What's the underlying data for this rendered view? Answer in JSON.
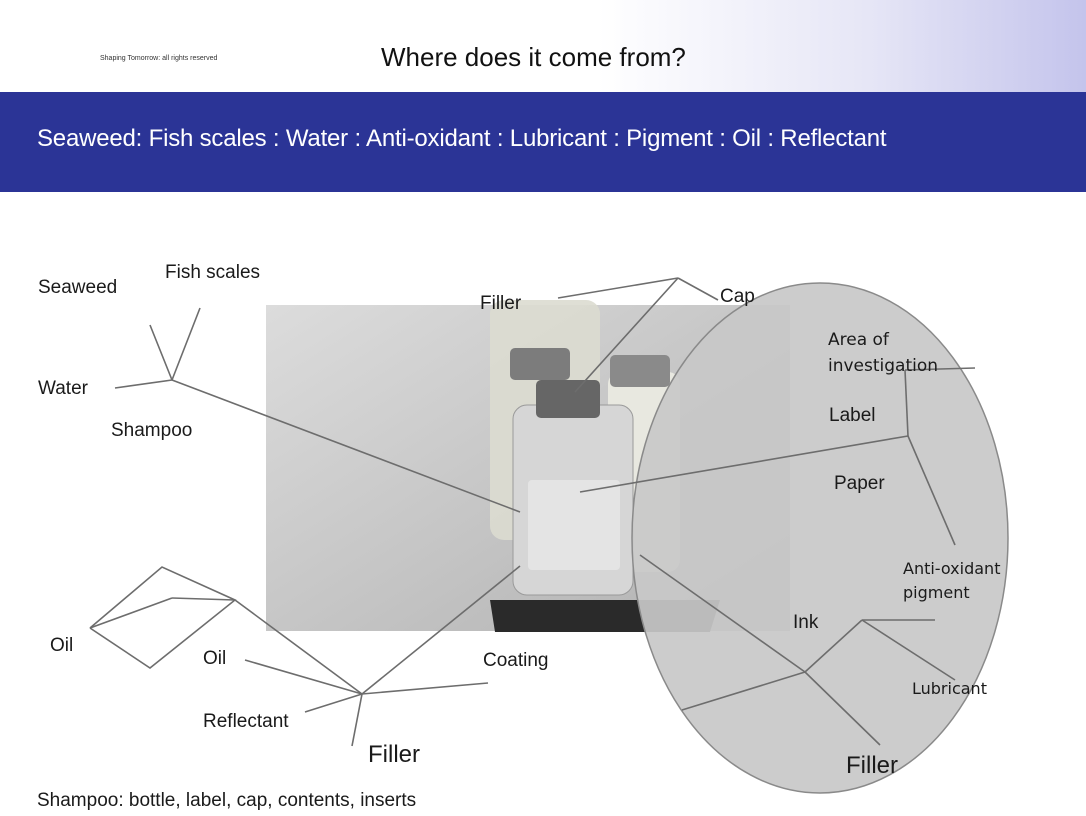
{
  "header": {
    "copyright": "Shaping Tomorrow: all rights reserved",
    "title": "Where does it come from?"
  },
  "band": {
    "text": "Seaweed: Fish scales : Water :  Anti-oxidant : Lubricant : Pigment : Oil : Reflectant"
  },
  "labels": {
    "seaweed": "Seaweed",
    "fish_scales": "Fish scales",
    "water": "Water",
    "shampoo": "Shampoo",
    "filler_top": "Filler",
    "cap": "Cap",
    "area_of_investigation_line1": "Area of",
    "area_of_investigation_line2": "investigation",
    "label": "Label",
    "paper": "Paper",
    "anti_oxidant_line1": "Anti-oxidant",
    "anti_oxidant_line2": "pigment",
    "ink": "Ink",
    "lubricant": "Lubricant",
    "filler_circle": "Filler",
    "oil_left": "Oil",
    "oil_mid": "Oil",
    "coating": "Coating",
    "reflectant": "Reflectant",
    "filler_bottom": "Filler"
  },
  "footer": {
    "text": "Shampoo:  bottle, label, cap, contents, inserts"
  }
}
